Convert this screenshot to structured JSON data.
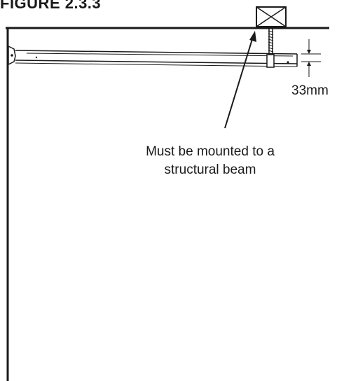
{
  "figure": {
    "title": "FIGURE 2.3.3"
  },
  "annotations": {
    "clearance": "33mm",
    "mount_note": "Must be mounted to a structural beam"
  },
  "colors": {
    "line": "#1a1a1a",
    "background": "#ffffff"
  }
}
